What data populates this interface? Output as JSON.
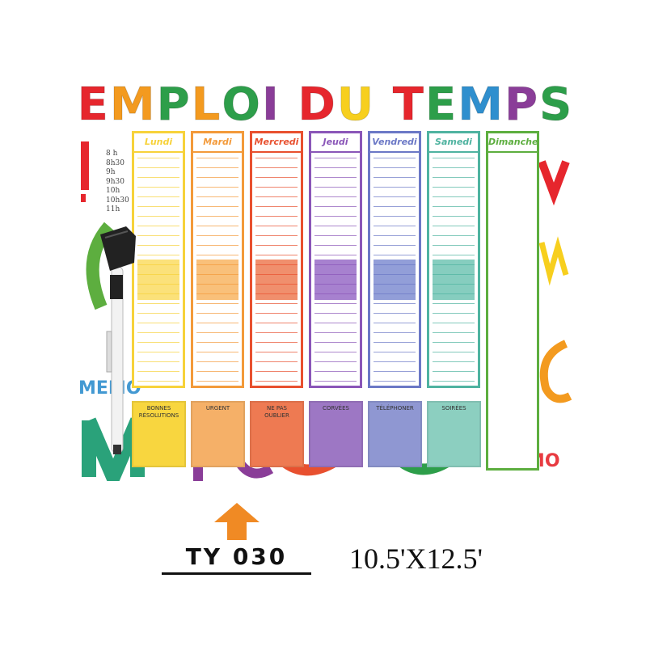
{
  "title": {
    "text": "EMPLOI DU TEMPS",
    "letter_colors": [
      "#e6262d",
      "#f39a1f",
      "#2d9e4a",
      "#f39a1f",
      "#2d9e4a",
      "#8a3d98",
      "#ffffff",
      "#e6262d",
      "#f7cf1e",
      "#ffffff",
      "#e6262d",
      "#2d9e4a",
      "#2f8fce",
      "#8a3d98",
      "#2d9e4a"
    ]
  },
  "days": [
    {
      "label": "Lundi",
      "color": "#f7d23a",
      "band": "#fbe17a",
      "note": "#f8d63f",
      "note_label": "BONNES\nRÉSOLUTIONS"
    },
    {
      "label": "Mardi",
      "color": "#f39a3a",
      "band": "#f9c07a",
      "note": "#f5b068",
      "note_label": "URGENT"
    },
    {
      "label": "Mercredi",
      "color": "#e8502f",
      "band": "#f08f6d",
      "note": "#ee7a52",
      "note_label": "NE PAS\nOUBLIER"
    },
    {
      "label": "Jeudi",
      "color": "#8a56b8",
      "band": "#a781cf",
      "note": "#9d77c4",
      "note_label": "CORVÉES"
    },
    {
      "label": "Vendredi",
      "color": "#6b78c6",
      "band": "#929ed8",
      "note": "#8f97d2",
      "note_label": "TÉLÉPHONER"
    },
    {
      "label": "Samedi",
      "color": "#4fb3a0",
      "band": "#86cdbf",
      "note": "#8ccfc0",
      "note_label": "SOIRÉES"
    },
    {
      "label": "Dimanche",
      "color": "#5dae3f",
      "band": "",
      "note": "",
      "note_label": ""
    }
  ],
  "times": [
    "8 h",
    "8h30",
    "9h",
    "9h30",
    "10h",
    "10h30",
    "11h"
  ],
  "background_words": [
    "MEMO",
    "MEMO"
  ],
  "caption": {
    "model": "TY 030",
    "size": "10.5'X12.5'",
    "arrow_color": "#f08a24"
  }
}
